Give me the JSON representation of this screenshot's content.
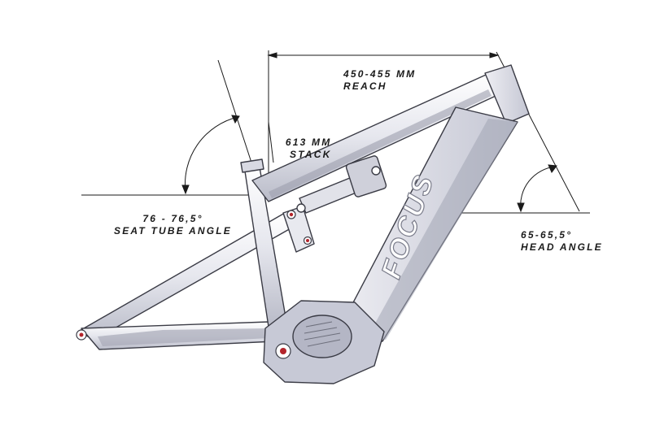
{
  "labels": {
    "reach_line1": "450-455 MM",
    "reach_line2": "REACH",
    "stack_line1": "613 MM",
    "stack_line2": "STACK",
    "seat_line1": "76 - 76,5°",
    "seat_line2": "SEAT TUBE ANGLE",
    "head_line1": "65-65,5°",
    "head_line2": "HEAD ANGLE"
  },
  "logo_text": "FOCUS",
  "colors": {
    "ink": "#1a1a1a",
    "frame_shade": "#c9cbd6",
    "frame_dark": "#9a9cab",
    "accent_red": "#b3242b"
  }
}
